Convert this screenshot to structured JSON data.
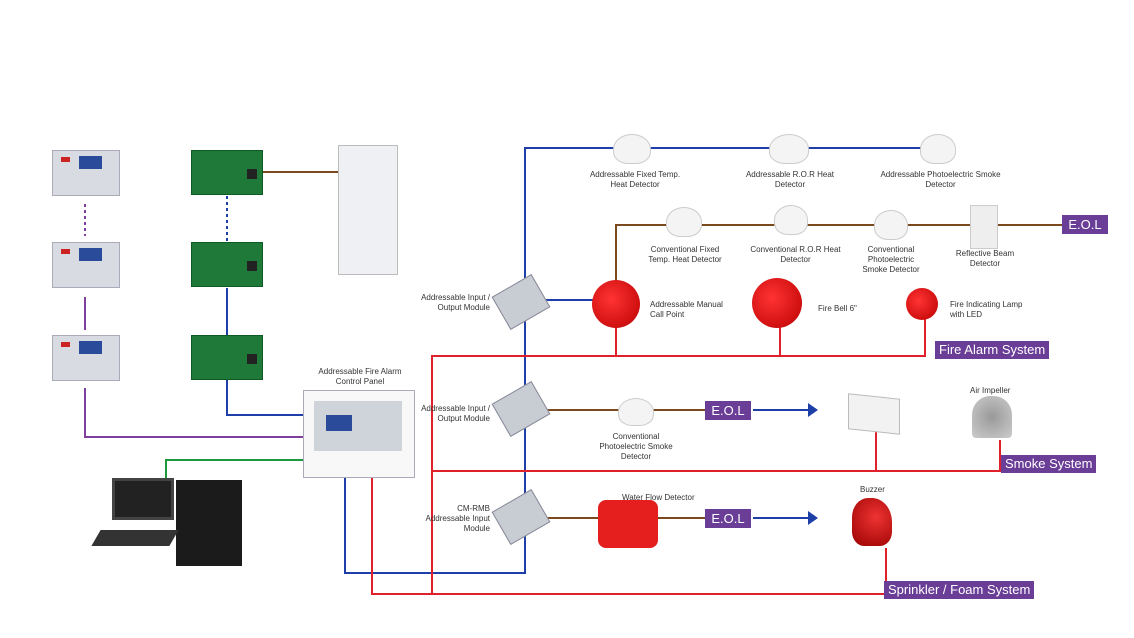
{
  "colors": {
    "signal_loop": "#1f3fa8",
    "alarm_circuit": "#e0202a",
    "detector_loop": "#7a4a1e",
    "network": "#7e3f9e",
    "pc_link": "#1a9a3a",
    "label_bg": "#6a3d97"
  },
  "control_panel": {
    "label": "Addressable Fire Alarm Control Panel"
  },
  "detectors_addressable": [
    {
      "label": "Addressable Fixed Temp. Heat Detector"
    },
    {
      "label": "Addressable R.O.R Heat Detector"
    },
    {
      "label": "Addressable Photoelectric Smoke Detector"
    }
  ],
  "detectors_conventional": [
    {
      "label": "Conventional Fixed Temp. Heat Detector"
    },
    {
      "label": "Conventional R.O.R Heat Detector"
    },
    {
      "label": "Conventional Photoelectric Smoke Detector"
    },
    {
      "label": "Reflective Beam Detector"
    }
  ],
  "modules": [
    {
      "label": "Addressable Input / Output Module"
    },
    {
      "label": "Addressable Input / Output Module"
    },
    {
      "label": "CM-RMB Addressable Input Module"
    }
  ],
  "alarm_devices": [
    {
      "label": "Addressable Manual Call Point"
    },
    {
      "label": "Fire Bell 6\""
    },
    {
      "label": "Fire Indicating Lamp with LED"
    }
  ],
  "smoke_row": {
    "detector": "Conventional Photoelectric Smoke Detector",
    "impeller": "Air Impeller"
  },
  "sprinkler_row": {
    "detector": "Water Flow Detector",
    "buzzer": "Buzzer"
  },
  "eol": "E.O.L",
  "systems": {
    "fire_alarm": "Fire Alarm System",
    "smoke": "Smoke System",
    "sprinkler": "Sprinkler / Foam System"
  }
}
